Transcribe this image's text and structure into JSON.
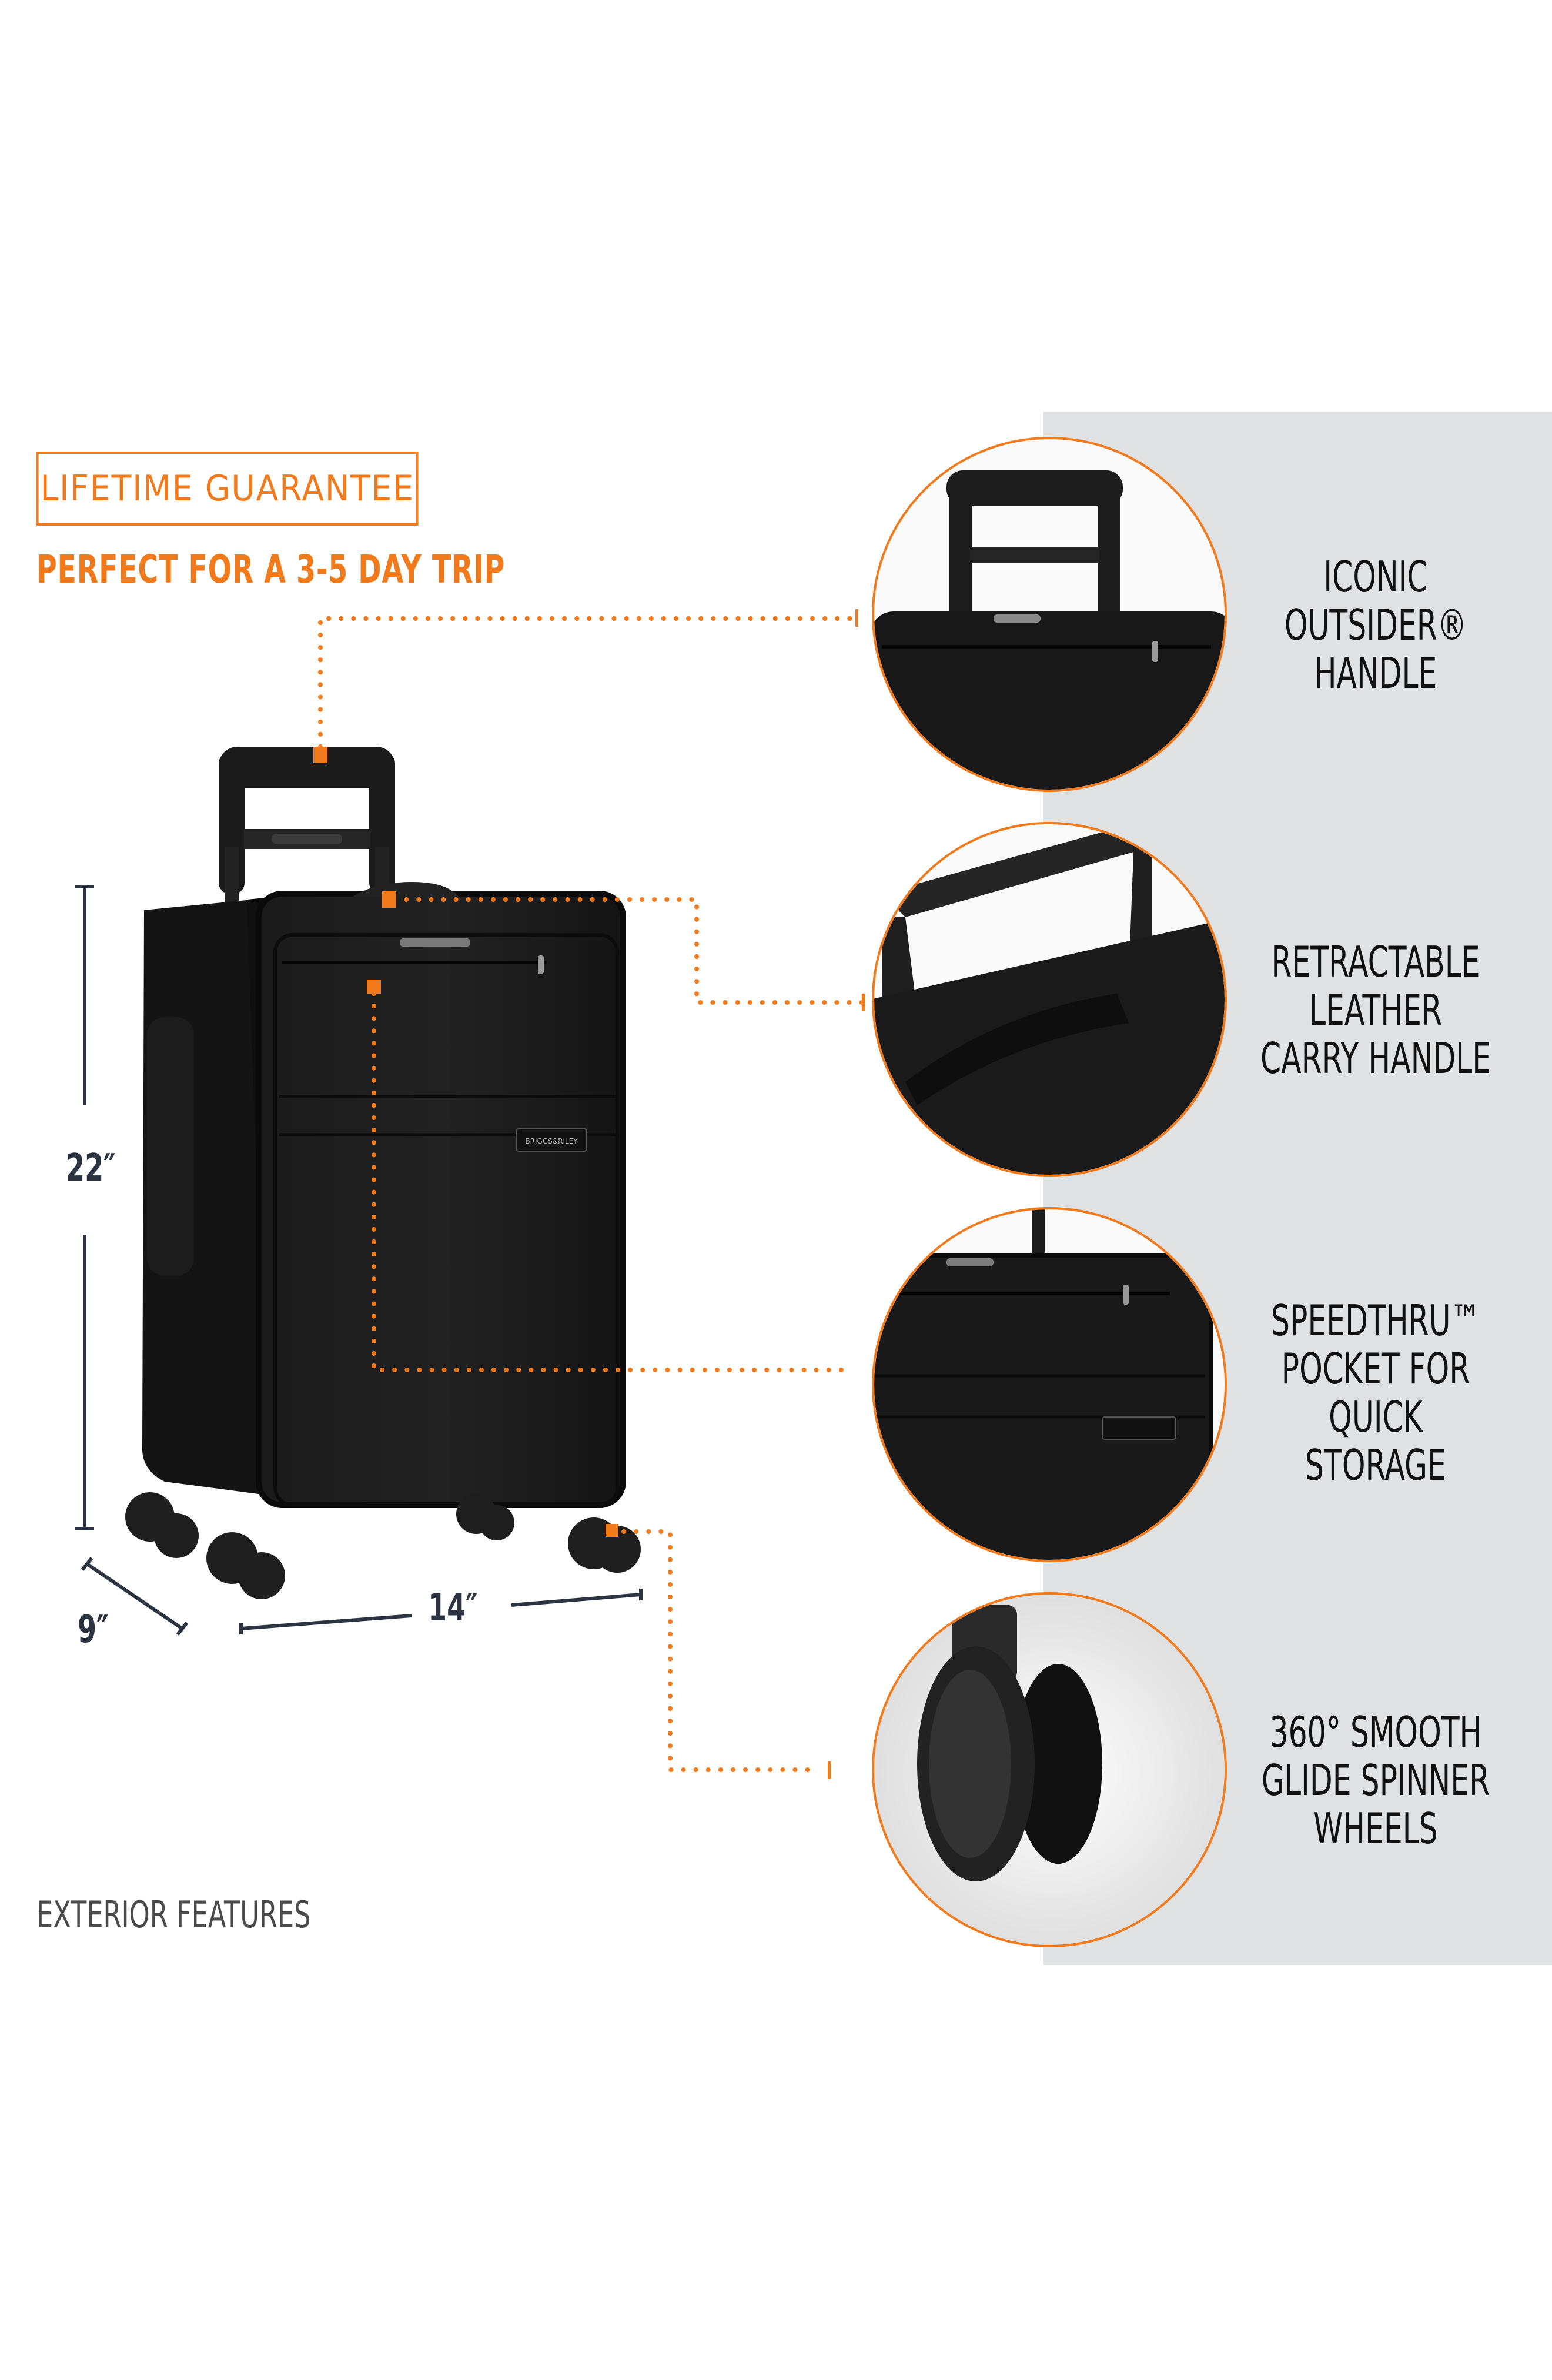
{
  "header": {
    "guarantee_badge": "LIFETIME GUARANTEE",
    "trip_subtitle": "PERFECT FOR A 3-5 DAY TRIP"
  },
  "dimensions": {
    "height": "22″",
    "depth": "9″",
    "width": "14″"
  },
  "features": [
    {
      "id": "outsider-handle",
      "lines": [
        "ICONIC",
        "OUTSIDER®",
        "HANDLE"
      ],
      "image": "trolley-handle-closeup"
    },
    {
      "id": "carry-handle",
      "lines": [
        "RETRACTABLE",
        "LEATHER",
        "CARRY HANDLE"
      ],
      "image": "leather-carry-handle-closeup"
    },
    {
      "id": "speedthru-pocket",
      "lines": [
        "SPEEDTHRU™",
        "POCKET FOR",
        "QUICK",
        "STORAGE"
      ],
      "image": "front-pocket-closeup"
    },
    {
      "id": "spinner-wheels",
      "lines": [
        "360° SMOOTH",
        "GLIDE SPINNER",
        "WHEELS"
      ],
      "image": "spinner-wheel-closeup"
    }
  ],
  "product": {
    "brand_plate": "BRIGGS&RILEY",
    "image": "black-carry-on-spinner-suitcase"
  },
  "footer": {
    "section_label": "EXTERIOR FEATURES"
  },
  "colors": {
    "accent_orange": "#f07a1c",
    "panel_grey": "#e0e1e3",
    "dimension_navy": "#2b3440",
    "text_black": "#111111",
    "label_grey": "#4a4a4a"
  }
}
